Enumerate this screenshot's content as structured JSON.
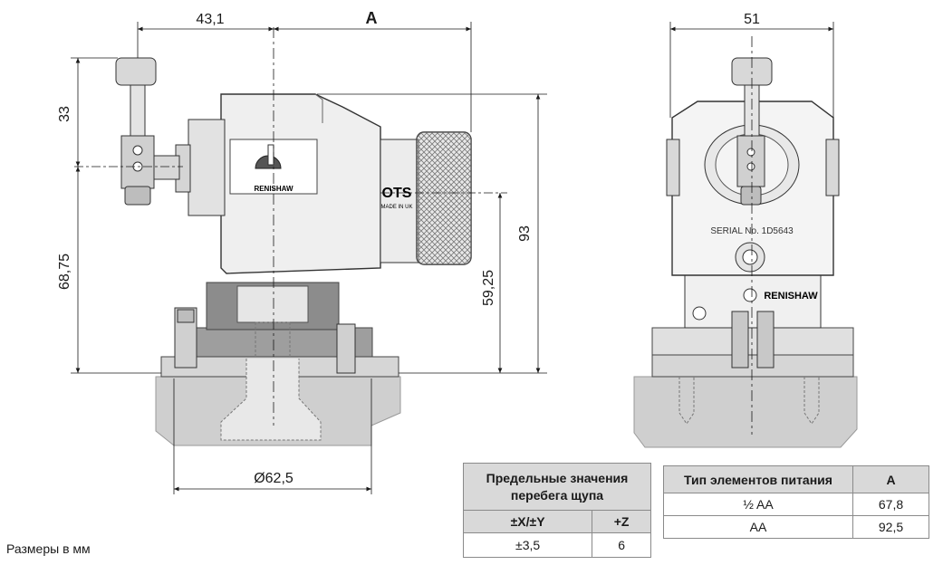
{
  "dimensions": {
    "width_offset": "43,1",
    "length_a": "A",
    "handle_height": "33",
    "height_to_axis": "68,75",
    "height_to_cap": "59,25",
    "total_height": "93",
    "base_diameter": "Ø62,5",
    "front_width": "51"
  },
  "labels": {
    "brand_top": "RENISHAW",
    "model": "OTS",
    "made_in": "MADE IN UK",
    "serial": "SERIAL No. 1D5643",
    "brand_front": "RENISHAW",
    "units_note": "Размеры в мм"
  },
  "travel_table": {
    "title": "Предельные значения перебега щупа",
    "headers": [
      "±X/±Y",
      "+Z"
    ],
    "values": [
      "±3,5",
      "6"
    ]
  },
  "battery_table": {
    "headers": [
      "Тип элементов питания",
      "A"
    ],
    "rows": [
      {
        "type": "½ AA",
        "a": "67,8"
      },
      {
        "type": "AA",
        "a": "92,5"
      }
    ]
  }
}
